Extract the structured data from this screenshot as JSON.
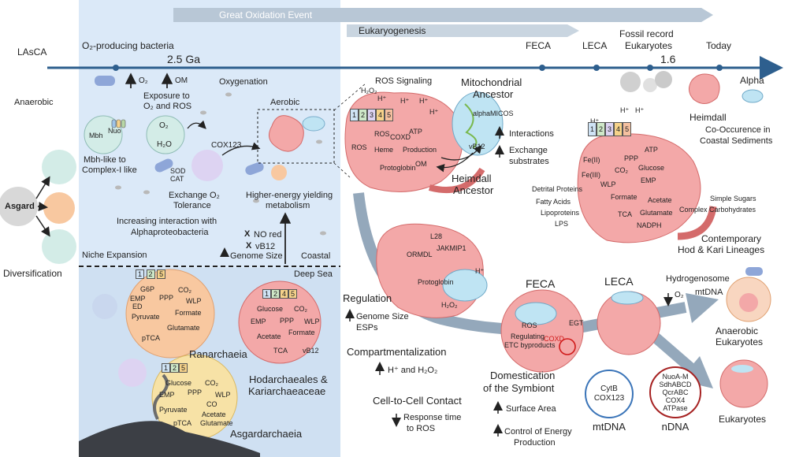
{
  "timeline": {
    "lasca": "LAsCA",
    "o2_bacteria": "O₂-producing bacteria",
    "ga_25": "2.5 Ga",
    "great_oxidation": "Great Oxidation Event",
    "eukaryogenesis": "Eukaryogenesis",
    "feca": "FECA",
    "leca": "LECA",
    "fossil_record": "Fossil record",
    "eukaryotes": "Eukaryotes",
    "ga_16": "1.6",
    "today": "Today",
    "alpha": "Alpha"
  },
  "left": {
    "anaerobic": "Anaerobic",
    "asgard": "Asgard",
    "diversification": "Diversification",
    "mbh": "Mbh",
    "nuo": "Nuo",
    "mbh_caption_1": "Mbh-like to",
    "mbh_caption_2": "Complex-I like",
    "o2_up": "O₂",
    "om_up": "OM",
    "exposure_1": "Exposure to",
    "exposure_2": "O₂ and ROS",
    "oxygenation": "Oxygenation",
    "aerobic": "Aerobic",
    "cox123": "COX123",
    "o2_inner": "O₂",
    "h2o_inner": "H₂O",
    "sod": "SOD",
    "cat": "CAT",
    "exchange_1": "Exchange O₂",
    "exchange_2": "Tolerance",
    "higher_energy_1": "Higher-energy yielding",
    "higher_energy_2": "metabolism",
    "increasing_1": "Increasing interaction with",
    "increasing_2": "Alphaproteobacteria",
    "no_red": "NO red",
    "vb12": "vB12",
    "genome_size": "Genome Size",
    "niche_expansion": "Niche Expansion",
    "coastal": "Coastal",
    "deep_sea": "Deep Sea"
  },
  "ranarchaeia": {
    "name": "Ranarchaeia",
    "complexes": [
      "1",
      "2",
      "5"
    ],
    "labels": [
      "G6P",
      "EMP",
      "ED",
      "PPP",
      "CO₂",
      "WLP",
      "Formate",
      "Pyruvate",
      "Glutamate",
      "pTCA"
    ]
  },
  "hodarchaeales": {
    "name_1": "Hodarchaeales &",
    "name_2": "Kariarchaeaceae",
    "complexes": [
      "1",
      "2",
      "4",
      "5"
    ],
    "labels": [
      "Glucose",
      "CO₂",
      "EMP",
      "PPP",
      "WLP",
      "Formate",
      "Acetate",
      "TCA",
      "vB12"
    ]
  },
  "asgardarchaeia": {
    "name": "Asgardarchaeia",
    "complexes": [
      "1",
      "2",
      "5"
    ],
    "labels": [
      "Glucose",
      "CO₂",
      "EMP",
      "PPP",
      "WLP",
      "CO",
      "Pyruvate",
      "Acetate",
      "pTCA",
      "Glutamate"
    ]
  },
  "heimdall_ancestor": {
    "ros_signaling": "ROS Signaling",
    "h2o2": "H₂O₂",
    "hplus": "H⁺",
    "complexes": [
      "1",
      "2",
      "3",
      "4",
      "5"
    ],
    "labels": [
      "ROS",
      "ROS",
      "COXD",
      "ATP",
      "Heme",
      "Production",
      "Protoglobin",
      "OM"
    ],
    "title_1": "Heimdall",
    "title_2": "Ancestor"
  },
  "mito_ancestor": {
    "title_1": "Mitochondrial",
    "title_2": "Ancestor",
    "alphamicos": "alphaMICOS",
    "vb12": "vB12",
    "interactions": "Interactions",
    "exchange_1": "Exchange",
    "exchange_2": "substrates"
  },
  "heimdall": {
    "title": "Heimdall",
    "co_occurrence_1": "Co-Occurence in",
    "co_occurrence_2": "Coastal Sediments",
    "hplus": "H⁺",
    "complexes": [
      "1",
      "2",
      "3",
      "4",
      "5"
    ],
    "metabolism": [
      "ATP",
      "PPP",
      "Glucose",
      "Fe(II)",
      "Fe(III)",
      "CO₂",
      "EMP",
      "WLP",
      "Formate",
      "Acetate",
      "TCA",
      "Glutamate",
      "NADPH"
    ],
    "inputs_left": [
      "Detrital Proteins",
      "Fatty Acids",
      "Lipoproteins",
      "LPS"
    ],
    "inputs_right_1": "Simple Sugars",
    "inputs_right_2": "Complex Carbohydrates",
    "contemporary_1": "Contemporary",
    "contemporary_2": "Hod & Kari Lineages"
  },
  "feca_cell": {
    "l28": "L28",
    "jakmip1": "JAKMIP1",
    "ormdl": "ORMDL",
    "protoglobin": "Protoglobin",
    "hplus": "H⁺",
    "h2o2": "H₂O₂",
    "title": "FECA",
    "ros": "ROS",
    "egt": "EGT",
    "coxd": "COXD",
    "regulating_1": "Regulating",
    "regulating_2": "ETC byproducts"
  },
  "middle_text": {
    "regulation": "Regulation",
    "genome_size": "Genome Size",
    "esps": "ESPs",
    "compartmentalization": "Compartmentalization",
    "hplus_h2o2": "H⁺ and H₂O₂",
    "cell_contact": "Cell-to-Cell Contact",
    "response_1": "Response time",
    "response_2": "to ROS",
    "domestication_1": "Domestication",
    "domestication_2": "of the Symbiont",
    "surface_area": "Surface Area",
    "control_1": "Control of Energy",
    "control_2": "Production"
  },
  "leca_cell": {
    "title": "LECA",
    "hydrogenosome": "Hydrogenosome",
    "o2": "O₂",
    "mtdna": "mtDNA",
    "anaerobic_1": "Anaerobic",
    "anaerobic_2": "Eukaryotes",
    "eukaryotes": "Eukaryotes"
  },
  "genomes": {
    "mt_genes": [
      "CytB",
      "COX123"
    ],
    "mt_label": "mtDNA",
    "n_genes": [
      "NuoA-M",
      "SdhABCD",
      "QcrABC",
      "COX4",
      "ATPase"
    ],
    "n_label": "nDNA"
  },
  "colors": {
    "left_panel": "#dbe9f8",
    "timeline_arrow": "#2e5f8e",
    "cell_pink": "#f3a8a8",
    "cell_outline": "#d46b6b",
    "asgard_yellow": "#f7e2a6",
    "orange_cell": "#f8c8a0"
  }
}
